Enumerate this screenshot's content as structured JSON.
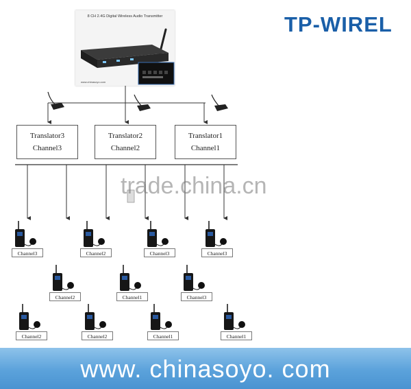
{
  "logo": {
    "text": "TP-WIREL",
    "color": "#1a5fa8"
  },
  "product_photo": {
    "caption": "8 CH 2.4G Digital Wireless Audio Transmitter",
    "url_text": "www.chinasoyo.com"
  },
  "translators": [
    {
      "name": "Translator3",
      "channel": "Channel3"
    },
    {
      "name": "Translator2",
      "channel": "Channel2"
    },
    {
      "name": "Translator1",
      "channel": "Channel1"
    }
  ],
  "receivers": [
    {
      "label": "Channel3"
    },
    {
      "label": "Channel2"
    },
    {
      "label": "Channel3"
    },
    {
      "label": "Channel3"
    },
    {
      "label": "Channel2"
    },
    {
      "label": "Channel1"
    },
    {
      "label": "Channel3"
    },
    {
      "label": "Channel2"
    },
    {
      "label": "Channel2"
    },
    {
      "label": "Channel1"
    },
    {
      "label": "Channel1"
    }
  ],
  "watermark": "trade.china.cn",
  "banner": {
    "text": "www. chinasoyo. com",
    "color": "#5ba2db"
  }
}
